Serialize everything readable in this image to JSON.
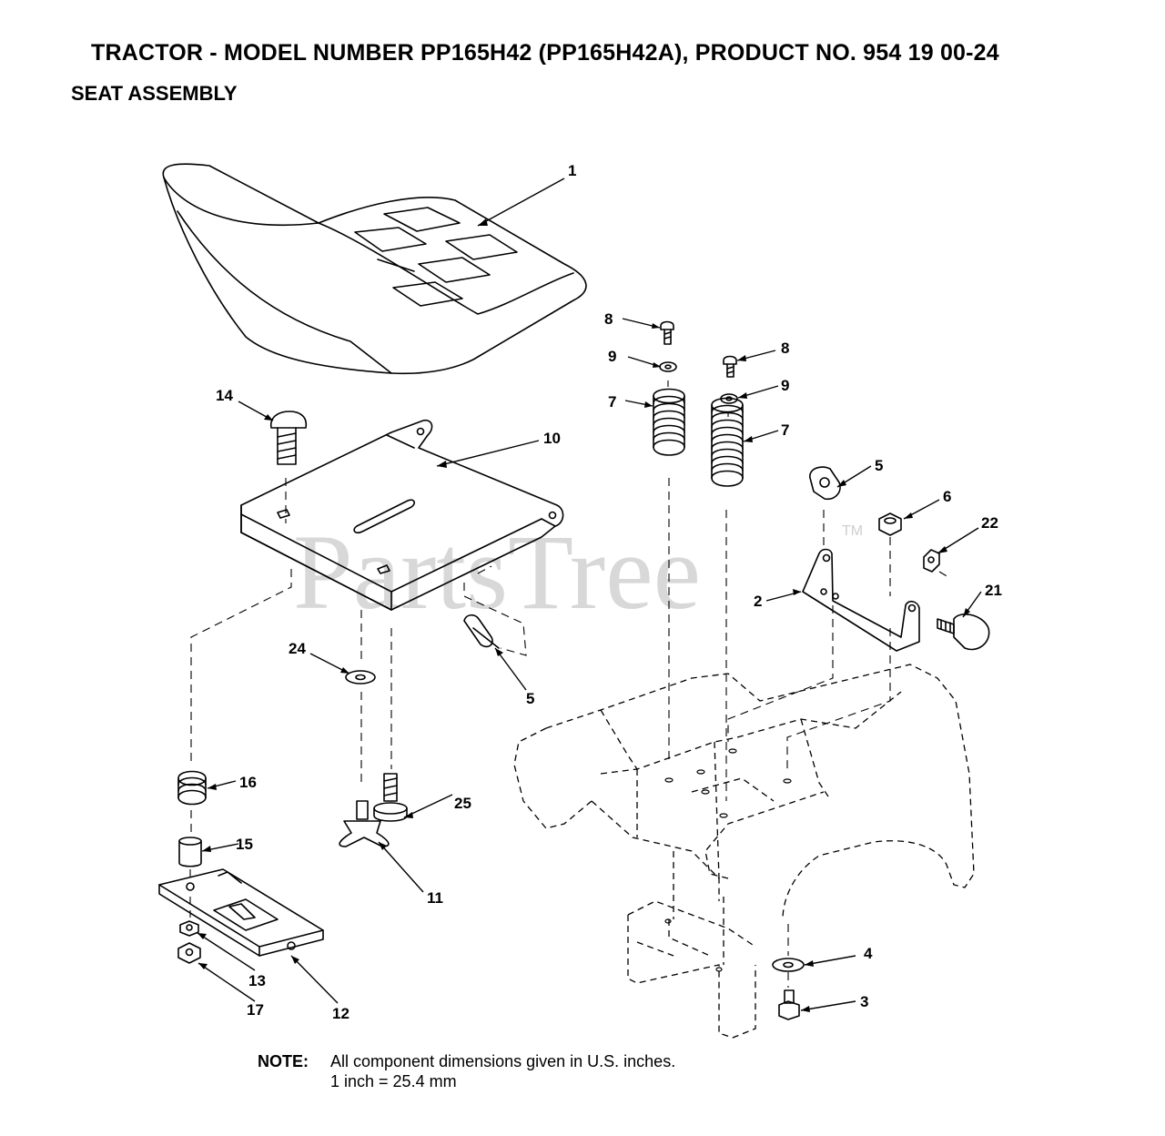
{
  "header": {
    "title": "TRACTOR - MODEL NUMBER PP165H42 (PP165H42A), PRODUCT NO. 954 19 00-24",
    "subtitle": "SEAT ASSEMBLY"
  },
  "watermark": {
    "text": "PartsTree",
    "tm": "TM"
  },
  "callouts": {
    "p1": "1",
    "p2": "2",
    "p3": "3",
    "p4": "4",
    "p5a": "5",
    "p5b": "5",
    "p6": "6",
    "p7a": "7",
    "p7b": "7",
    "p8a": "8",
    "p8b": "8",
    "p9a": "9",
    "p9b": "9",
    "p10": "10",
    "p11": "11",
    "p12": "12",
    "p13": "13",
    "p14": "14",
    "p15": "15",
    "p16": "16",
    "p17": "17",
    "p21": "21",
    "p22": "22",
    "p24": "24",
    "p25": "25"
  },
  "note": {
    "label": "NOTE:",
    "line1": "All component dimensions given in U.S. inches.",
    "line2": "1 inch = 25.4 mm"
  },
  "colors": {
    "ink": "#000000",
    "watermark": "#d8d8d8",
    "background": "#ffffff"
  }
}
